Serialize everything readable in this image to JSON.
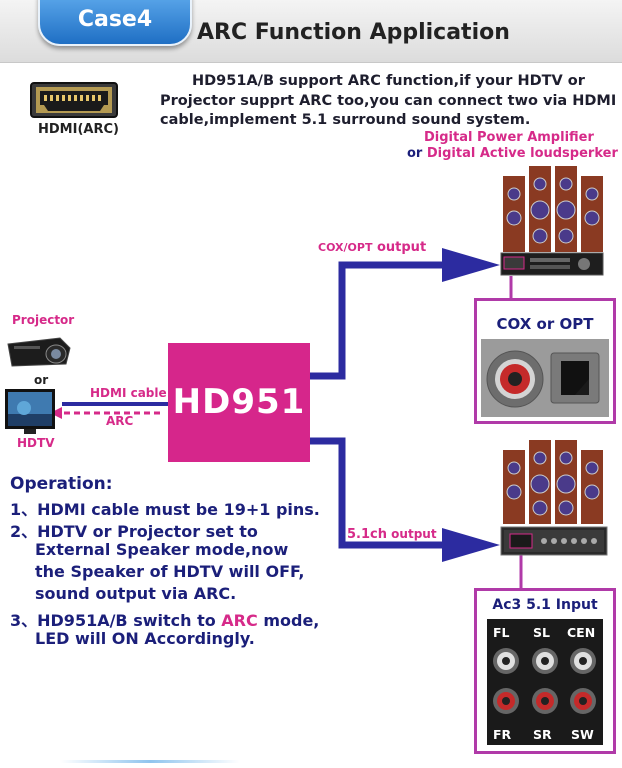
{
  "header": {
    "case_tab": "Case4",
    "title": "ARC Function Application"
  },
  "intro": {
    "line1": "HD951A/B support ARC function,if your HDTV or",
    "line2": "Projector supprt ARC too,you can connect two via HDMI",
    "line3": "cable,implement 5.1 surround sound system."
  },
  "hdmi_port_label": "HDMI(ARC)",
  "amplifier": {
    "line1": "Digital Power Amplifier",
    "line2_or": "or",
    "line2_rest": "Digital  Active loudsperker"
  },
  "sources": {
    "projector": "Projector",
    "or": "or",
    "hdtv": "HDTV",
    "hdmi_cable": "HDMI cable",
    "arc": "ARC"
  },
  "device": {
    "name": "HD951"
  },
  "outputs": {
    "coxopt_prefix": "COX/OPT",
    "coxopt_suffix": " output",
    "ch51_prefix": "5.1ch",
    "ch51_suffix": " output"
  },
  "coxopt_panel": {
    "title": "COX or OPT"
  },
  "ac3_panel": {
    "title": "Ac3 5.1 Input",
    "top_labels": [
      "FL",
      "SL",
      "CEN"
    ],
    "bottom_labels": [
      "FR",
      "SR",
      "SW"
    ]
  },
  "operation": {
    "title": "Operation:",
    "step1": "1、HDMI cable must be 19+1 pins.",
    "step2_line1": "2、HDTV or Projector set to",
    "step2_line2": "External Speaker mode,now",
    "step2_line3": "the Speaker of HDTV will OFF,",
    "step2_line4": "sound output via ARC.",
    "step3_prefix": "3、HD951A/B switch to ",
    "step3_arc": "ARC",
    "step3_suffix": " mode,",
    "step3_line2": "LED will ON Accordingly."
  },
  "colors": {
    "magenta": "#d6268b",
    "navy": "#1b1f7a",
    "header_blue": "#2f80d0"
  }
}
